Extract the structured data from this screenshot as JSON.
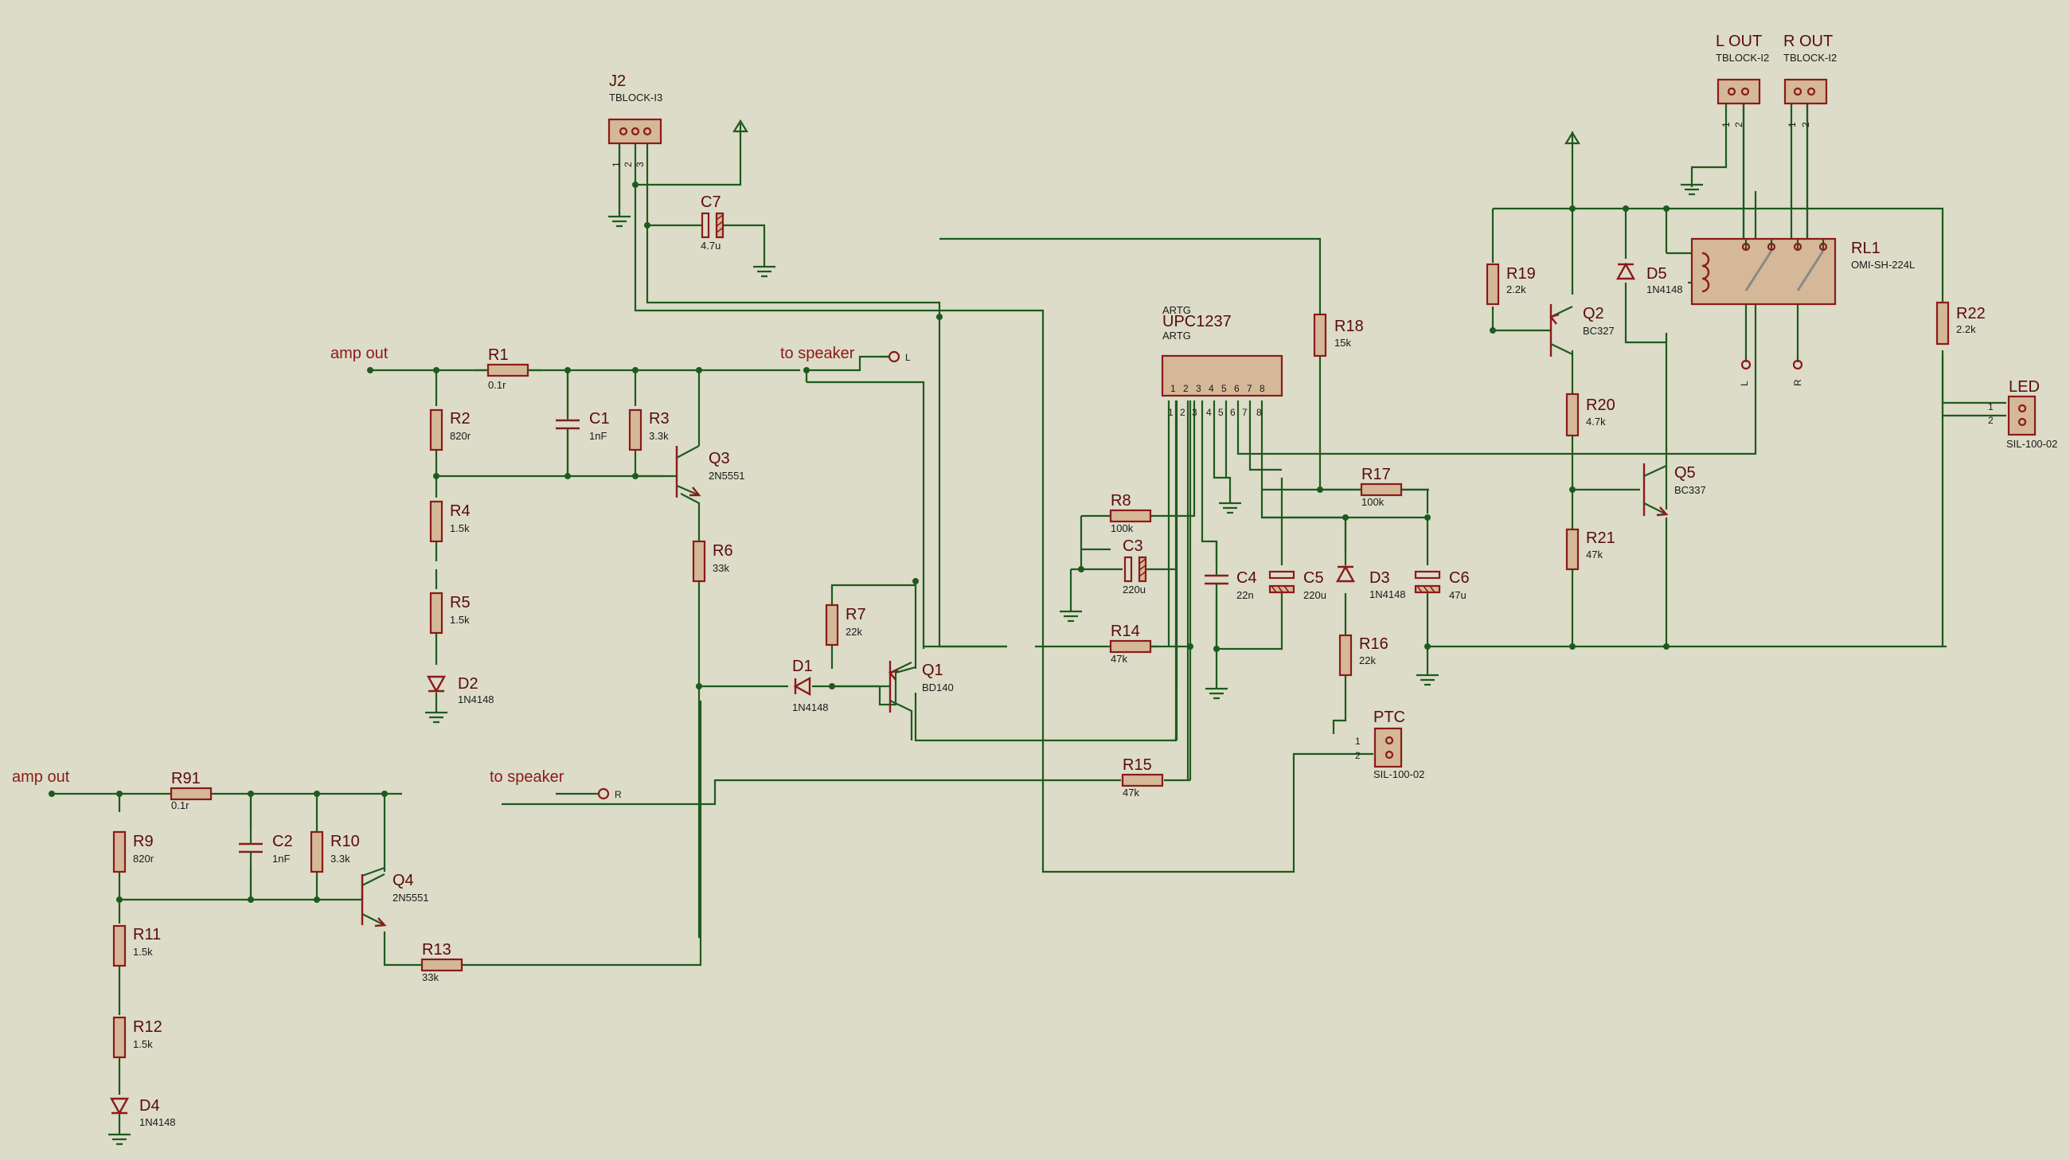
{
  "nets": {
    "amp_out_1": "amp out",
    "amp_out_2": "amp out",
    "to_speaker_l": "to speaker",
    "to_speaker_r": "to speaker",
    "term_l": "L",
    "term_r": "R",
    "rl_l": "L",
    "rl_r": "R"
  },
  "components": {
    "J2": {
      "ref": "J2",
      "value": "TBLOCK-I3",
      "pins": [
        "1",
        "2",
        "3"
      ]
    },
    "C7": {
      "ref": "C7",
      "value": "4.7u"
    },
    "R1": {
      "ref": "R1",
      "value": "0.1r"
    },
    "R2": {
      "ref": "R2",
      "value": "820r"
    },
    "C1": {
      "ref": "C1",
      "value": "1nF"
    },
    "R3": {
      "ref": "R3",
      "value": "3.3k"
    },
    "Q3": {
      "ref": "Q3",
      "value": "2N5551"
    },
    "R4": {
      "ref": "R4",
      "value": "1.5k"
    },
    "R5": {
      "ref": "R5",
      "value": "1.5k"
    },
    "D2": {
      "ref": "D2",
      "value": "1N4148"
    },
    "R6": {
      "ref": "R6",
      "value": "33k"
    },
    "R7": {
      "ref": "R7",
      "value": "22k"
    },
    "D1": {
      "ref": "D1",
      "value": "1N4148"
    },
    "Q1": {
      "ref": "Q1",
      "value": "BD140"
    },
    "R91": {
      "ref": "R91",
      "value": "0.1r"
    },
    "R9": {
      "ref": "R9",
      "value": "820r"
    },
    "C2": {
      "ref": "C2",
      "value": "1nF"
    },
    "R10": {
      "ref": "R10",
      "value": "3.3k"
    },
    "Q4": {
      "ref": "Q4",
      "value": "2N5551"
    },
    "R11": {
      "ref": "R11",
      "value": "1.5k"
    },
    "R12": {
      "ref": "R12",
      "value": "1.5k"
    },
    "D4": {
      "ref": "D4",
      "value": "1N4148"
    },
    "R13": {
      "ref": "R13",
      "value": "33k"
    },
    "U1": {
      "ref": "UPC1237",
      "top": "ARTG",
      "value": "ARTG",
      "pins": [
        "1",
        "2",
        "3",
        "4",
        "5",
        "6",
        "7",
        "8"
      ]
    },
    "R18": {
      "ref": "R18",
      "value": "15k"
    },
    "R8": {
      "ref": "R8",
      "value": "100k"
    },
    "C3": {
      "ref": "C3",
      "value": "220u"
    },
    "C4": {
      "ref": "C4",
      "value": "22n"
    },
    "C5": {
      "ref": "C5",
      "value": "220u"
    },
    "D3": {
      "ref": "D3",
      "value": "1N4148"
    },
    "R17": {
      "ref": "R17",
      "value": "100k"
    },
    "C6": {
      "ref": "C6",
      "value": "47u"
    },
    "R14": {
      "ref": "R14",
      "value": "47k"
    },
    "R15": {
      "ref": "R15",
      "value": "47k"
    },
    "R16": {
      "ref": "R16",
      "value": "22k"
    },
    "PTC": {
      "ref": "PTC",
      "value": "SIL-100-02",
      "pins": [
        "1",
        "2"
      ]
    },
    "R19": {
      "ref": "R19",
      "value": "2.2k"
    },
    "Q2": {
      "ref": "Q2",
      "value": "BC327"
    },
    "D5": {
      "ref": "D5",
      "value": "1N4148"
    },
    "RL1": {
      "ref": "RL1",
      "value": "OMI-SH-224L"
    },
    "R20": {
      "ref": "R20",
      "value": "4.7k"
    },
    "Q5": {
      "ref": "Q5",
      "value": "BC337"
    },
    "R21": {
      "ref": "R21",
      "value": "47k"
    },
    "R22": {
      "ref": "R22",
      "value": "2.2k"
    },
    "LED": {
      "ref": "LED",
      "value": "SIL-100-02",
      "pins": [
        "1",
        "2"
      ]
    },
    "LOUT": {
      "ref": "L OUT",
      "value": "TBLOCK-I2",
      "pins": [
        "1",
        "2"
      ]
    },
    "ROUT": {
      "ref": "R OUT",
      "value": "TBLOCK-I2",
      "pins": [
        "1",
        "2"
      ]
    }
  }
}
